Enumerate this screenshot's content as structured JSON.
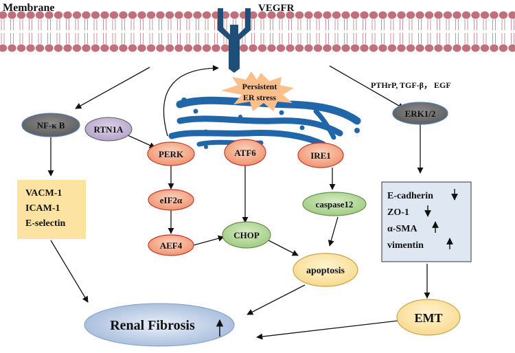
{
  "labels": {
    "membrane": "Membrane",
    "vegfr": "VEGFR",
    "growth_factors": "PTHrP, TGF-β， EGF",
    "er_stress_line1": "Persistent",
    "er_stress_line2": "ER stress"
  },
  "nodes": {
    "nfkb": "NF-κ B",
    "rtn1a": "RTN1A",
    "perk": "PERK",
    "atf6": "ATF6",
    "ire1": "IRE1",
    "erk": "ERK1/2",
    "eif2a": "eIF2α",
    "aef4": "AEF4",
    "chop": "CHOP",
    "caspase12": "caspase12",
    "apoptosis": "apoptosis",
    "emt": "EMT",
    "renal_fibrosis": "Renal Fibrosis"
  },
  "adhesion_box": [
    "VACM-1",
    "ICAM-1",
    "E-selectin"
  ],
  "emt_markers": [
    {
      "label": "E-cadherin",
      "trend": "down"
    },
    {
      "label": "ZO-1",
      "trend": "down"
    },
    {
      "label": "α-SMA",
      "trend": "up"
    },
    {
      "label": "vimentin",
      "trend": "up"
    }
  ],
  "renal_fibrosis_trend": "up",
  "colors": {
    "lipid_head": "#c0707c",
    "receptor": "#1f4e79",
    "er": "#2166a8",
    "gray_node": "#6d6d6d",
    "purple_node": "#c5b4d6",
    "salmon_node": "#f4a582",
    "green_node": "#b5d89a",
    "yellow_node": "#fbe5a5",
    "adhesion_box": "#fde3a2",
    "emt_box": "#dfe7f3",
    "fibrosis": "#bccde6",
    "burst": "#fbbf8c"
  }
}
